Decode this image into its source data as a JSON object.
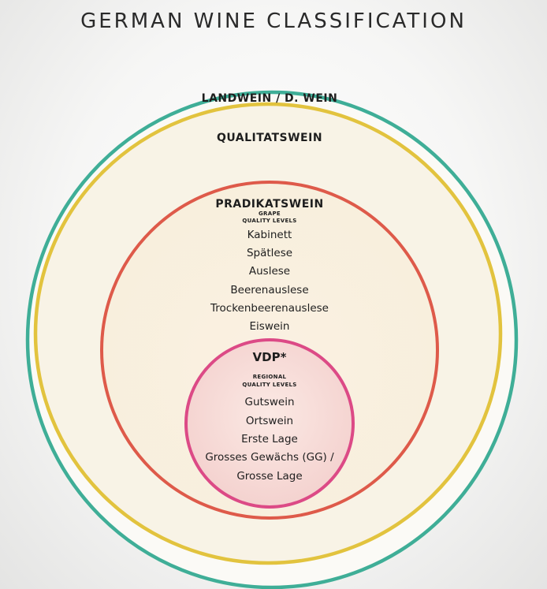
{
  "title": "GERMAN WINE CLASSIFICATION",
  "colors": {
    "landwein_ring": "#3fae97",
    "qualitatswein_ring": "#e2c33e",
    "pradikatswein_ring": "#de5a4a",
    "vdp_ring": "#dc4a86",
    "outer_fill": "#f8f3e6",
    "vdp_fill": "#f6dcd8"
  },
  "tiers": {
    "landwein": {
      "label": "LANDWEIN / D. WEIN"
    },
    "qualitatswein": {
      "label": "QUALITATSWEIN"
    },
    "pradikatswein": {
      "label": "PRADIKATSWEIN",
      "sublabel_line1": "GRAPE",
      "sublabel_line2": "QUALITY LEVELS",
      "items": [
        "Kabinett",
        "Spätlese",
        "Auslese",
        "Beerenauslese",
        "Trockenbeerenauslese",
        "Eiswein"
      ]
    },
    "vdp": {
      "label": "VDP*",
      "sublabel_line1": "REGIONAL",
      "sublabel_line2": "QUALITY LEVELS",
      "items": [
        "Gutswein",
        "Ortswein",
        "Erste Lage",
        "Grosses Gewächs (GG) /",
        "Grosse Lage"
      ]
    }
  }
}
